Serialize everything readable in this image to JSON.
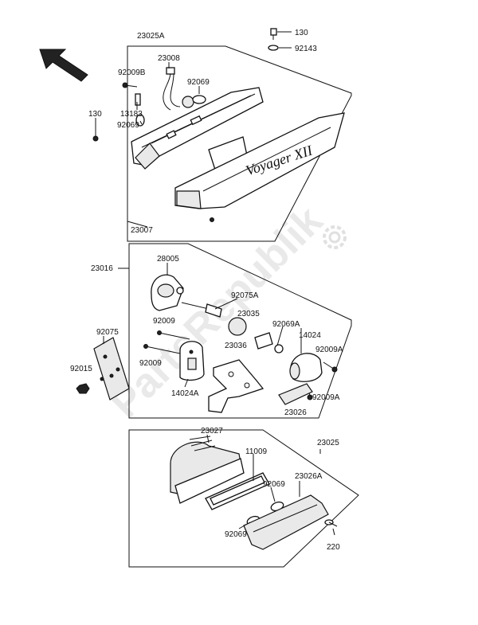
{
  "watermark": "PartsRepublik",
  "labels": {
    "p130_top": "130",
    "p92143": "92143",
    "p23025A": "23025A",
    "p92009B": "92009B",
    "p23008": "23008",
    "p92069_a": "92069",
    "p13183": "13183",
    "p92069_b": "92069",
    "p130_left": "130",
    "p23007": "23007",
    "p23016": "23016",
    "p28005": "28005",
    "p92075A": "92075A",
    "p23035": "23035",
    "p92069A": "92069A",
    "p14024": "14024",
    "p92009": "92009",
    "p23036": "23036",
    "p92009A_a": "92009A",
    "p92075": "92075",
    "p92009_b": "92009",
    "p92015": "92015",
    "p14024A": "14024A",
    "p92009A_b": "92009A",
    "p23026": "23026",
    "p23027": "23027",
    "p23025": "23025",
    "p11009": "11009",
    "p92069_c": "92069",
    "p23026A": "23026A",
    "p92069_d": "92069",
    "p220": "220"
  }
}
